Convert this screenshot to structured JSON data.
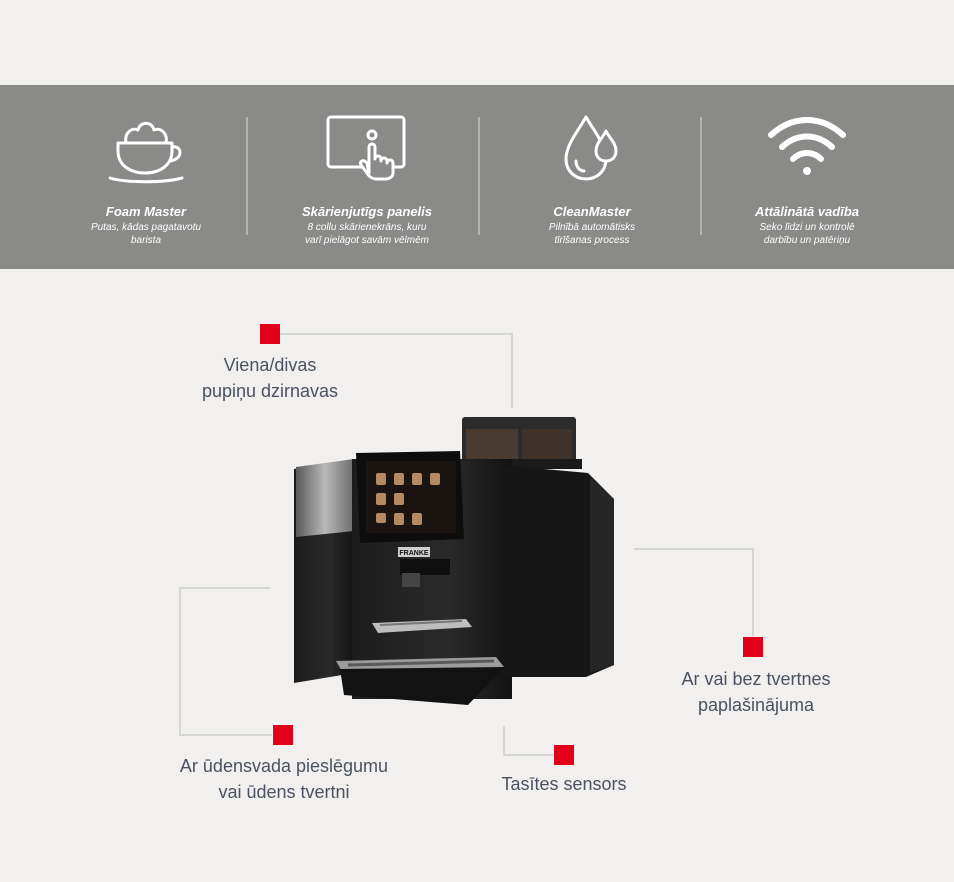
{
  "features": [
    {
      "title": "Foam Master",
      "subtitle_line1": "Putas, kādas pagatavotu",
      "subtitle_line2": "barista",
      "icon": "cappuccino-cup-icon"
    },
    {
      "title": "Skārienjutīgs panelis",
      "subtitle_line1": "8 collu skārienekrāns, kuru",
      "subtitle_line2": "varī pielāgot savām vēlmēm",
      "icon": "touch-screen-icon"
    },
    {
      "title": "CleanMaster",
      "subtitle_line1": "Pilnībā automātisks",
      "subtitle_line2": "tīrīšanas process",
      "icon": "water-drops-icon"
    },
    {
      "title": "Attālinātā vadība",
      "subtitle_line1": "Seko līdzi un kontrolē",
      "subtitle_line2": "darbību un patēriņu",
      "icon": "wifi-icon"
    }
  ],
  "callouts": {
    "grinder": {
      "line1": "Viena/divas",
      "line2": "pupiņu dzirnavas"
    },
    "water": {
      "line1": "Ar ūdensvada pieslēgumu",
      "line2": "vai ūdens tvertni"
    },
    "cup_sensor": {
      "line1": "Tasītes sensors"
    },
    "extension": {
      "line1": "Ar vai bez tvertnes",
      "line2": "paplašinājuma"
    }
  },
  "machine": {
    "brand_plate": "FRANKE"
  },
  "colors": {
    "band": "#8a8a89",
    "marker": "#e2001a",
    "text": "#4a5261",
    "background": "#f1f0ee"
  }
}
